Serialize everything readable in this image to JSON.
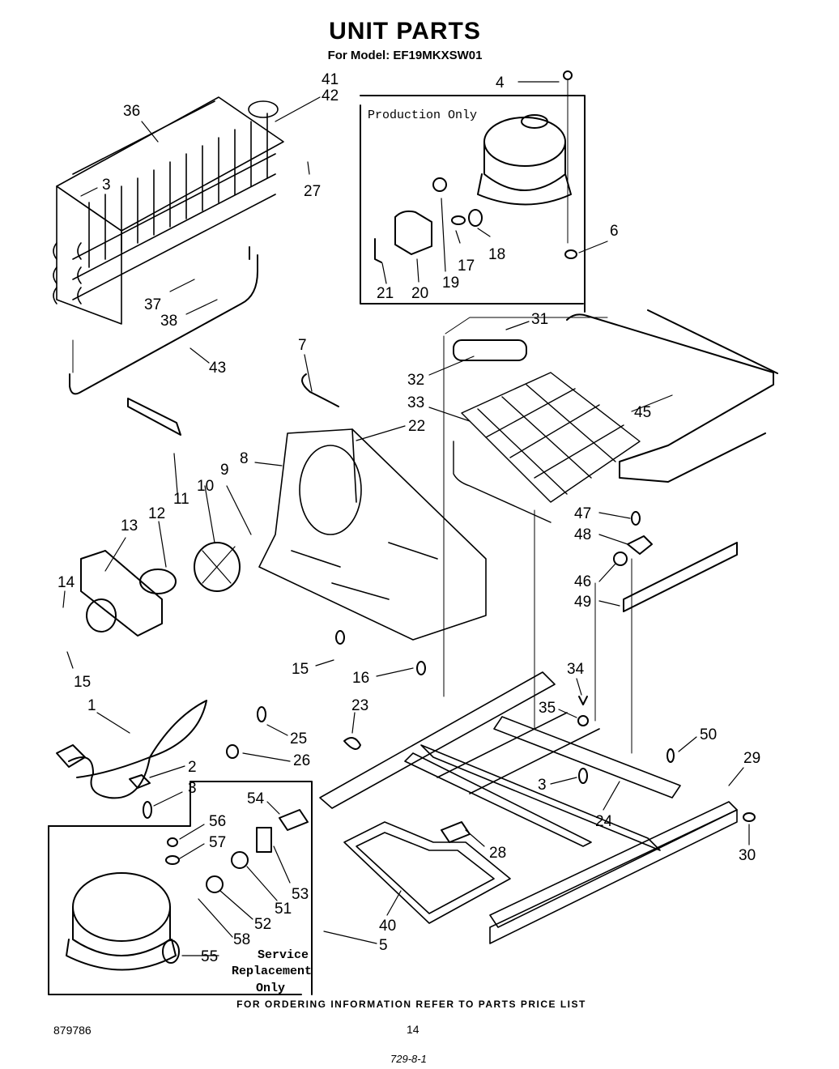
{
  "header": {
    "title": "UNIT PARTS",
    "model": "For Model: EF19MKXSW01"
  },
  "boxes": {
    "production_only": "Production Only",
    "service_line1": "Service",
    "service_line2": "Replacement",
    "service_line3": "Only"
  },
  "callouts": [
    "4",
    "41",
    "42",
    "36",
    "3",
    "27",
    "6",
    "18",
    "17",
    "19",
    "20",
    "21",
    "37",
    "38",
    "31",
    "7",
    "43",
    "32",
    "22",
    "33",
    "45",
    "8",
    "11",
    "9",
    "10",
    "12",
    "13",
    "47",
    "48",
    "46",
    "14",
    "49",
    "15",
    "15",
    "16",
    "34",
    "1",
    "23",
    "35",
    "25",
    "26",
    "2",
    "50",
    "29",
    "3",
    "3",
    "24",
    "30",
    "54",
    "56",
    "28",
    "57",
    "53",
    "51",
    "40",
    "52",
    "58",
    "5",
    "55"
  ],
  "footer": {
    "ordering": "FOR ORDERING INFORMATION REFER TO PARTS PRICE LIST",
    "code": "879786",
    "page": "14",
    "handwritten": "729-8-1"
  }
}
